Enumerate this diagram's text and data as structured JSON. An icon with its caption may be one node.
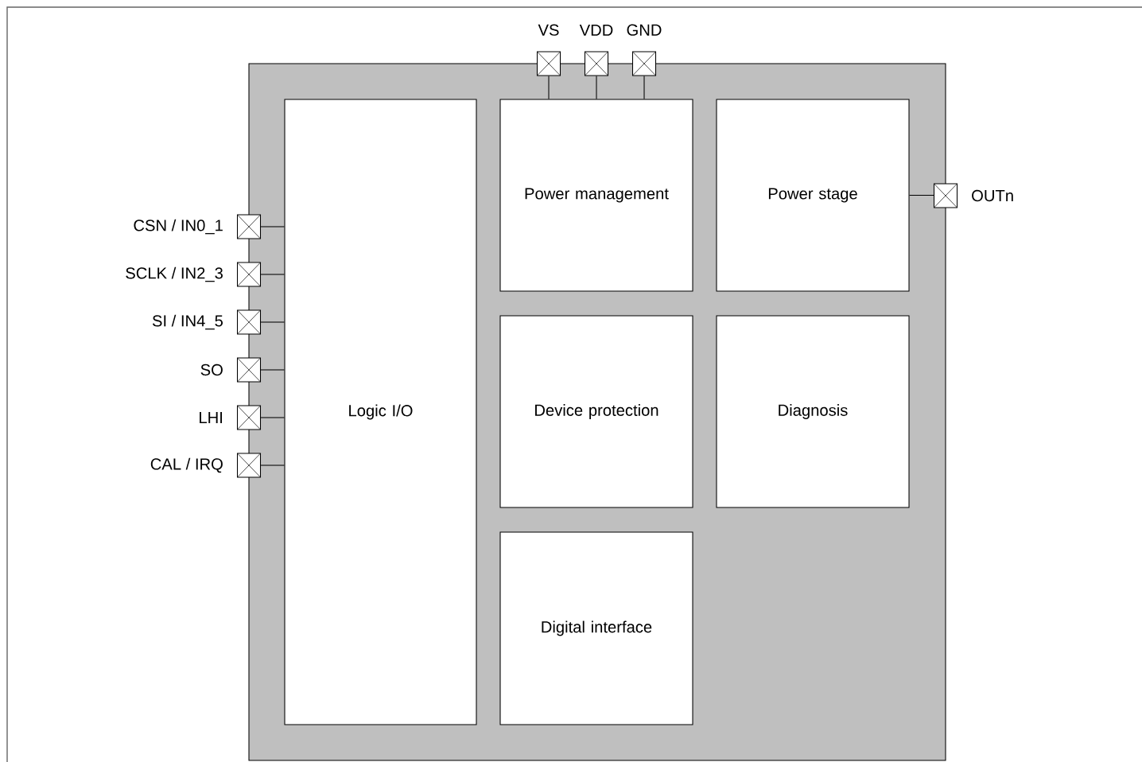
{
  "diagram": {
    "nodes": [
      {
        "text": [],
        "shape": "box"
      },
      {
        "text": [
          "Logic  I/O"
        ],
        "in": 0
      },
      {
        "text": [
          "Power management"
        ],
        "in": 0
      },
      {
        "text": [
          "Power stage"
        ],
        "in": 0
      },
      {
        "text": [
          "Device protection"
        ],
        "in": 0
      },
      {
        "text": [
          "Diagnosis"
        ],
        "in": 0
      },
      {
        "text": [
          "Digital interface"
        ],
        "in": 0
      },
      {
        "text": [],
        "shape": "box",
        "beside": [
          "VS"
        ]
      },
      {
        "text": [],
        "shape": "box",
        "beside": [
          "VDD"
        ]
      },
      {
        "text": [],
        "shape": "box",
        "beside": [
          "GND"
        ]
      },
      {
        "text": [],
        "shape": "box",
        "beside": [
          "OUTn"
        ]
      },
      {
        "text": [],
        "shape": "box",
        "beside": [
          "CSN / IN0_1"
        ]
      },
      {
        "text": [],
        "shape": "box",
        "beside": [
          "SCLK / IN2_3"
        ]
      },
      {
        "text": [],
        "shape": "box",
        "beside": [
          "SI / IN4_5"
        ]
      },
      {
        "text": [],
        "shape": "box",
        "beside": [
          "SO"
        ]
      },
      {
        "text": [],
        "shape": "box",
        "beside": [
          "LHI"
        ]
      },
      {
        "text": [],
        "shape": "box",
        "beside": [
          "CAL / IRQ"
        ]
      }
    ],
    "edges": [
      {
        "from": 7,
        "to": 2,
        "arrow": "none"
      },
      {
        "from": 8,
        "to": 2,
        "arrow": "none"
      },
      {
        "from": 9,
        "to": 2,
        "arrow": "none"
      },
      {
        "from": 3,
        "to": 10,
        "arrow": "none"
      },
      {
        "from": 11,
        "to": 1,
        "arrow": "none"
      },
      {
        "from": 12,
        "to": 1,
        "arrow": "none"
      },
      {
        "from": 13,
        "to": 1,
        "arrow": "none"
      },
      {
        "from": 14,
        "to": 1,
        "arrow": "none"
      },
      {
        "from": 15,
        "to": 1,
        "arrow": "none"
      },
      {
        "from": 16,
        "to": 1,
        "arrow": "none"
      }
    ]
  }
}
